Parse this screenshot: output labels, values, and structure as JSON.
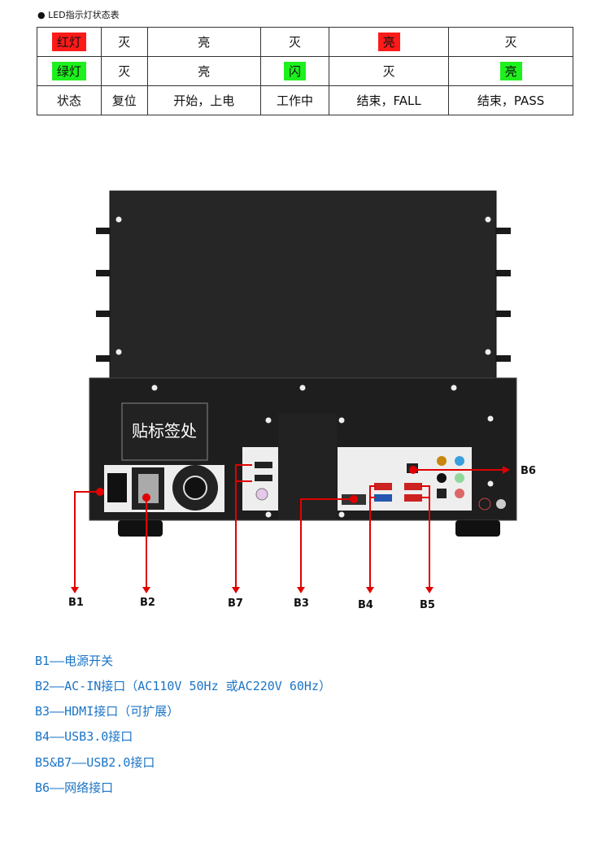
{
  "title": "● LED指示灯状态表",
  "table": {
    "rows": [
      [
        "红灯",
        "灭",
        "亮",
        "灭",
        "亮",
        "灭"
      ],
      [
        "绿灯",
        "灭",
        "亮",
        "闪",
        "灭",
        "亮"
      ],
      [
        "状态",
        "复位",
        "开始，上电",
        "工作中",
        "结束，FALL",
        "结束，PASS"
      ]
    ],
    "colors": {
      "red": "#ff1a1a",
      "green": "#1ef01e"
    }
  },
  "device": {
    "label_area": "贴标签处"
  },
  "callouts": [
    "B1",
    "B2",
    "B7",
    "B3",
    "B4",
    "B5",
    "B6"
  ],
  "legend": [
    "B1——电源开关",
    "B2——AC-IN接口（AC110V 50Hz 或AC220V 60Hz）",
    "B3——HDMI接口（可扩展）",
    "B4——USB3.0接口",
    "B5&B7——USB2.0接口",
    "B6——网络接口"
  ]
}
